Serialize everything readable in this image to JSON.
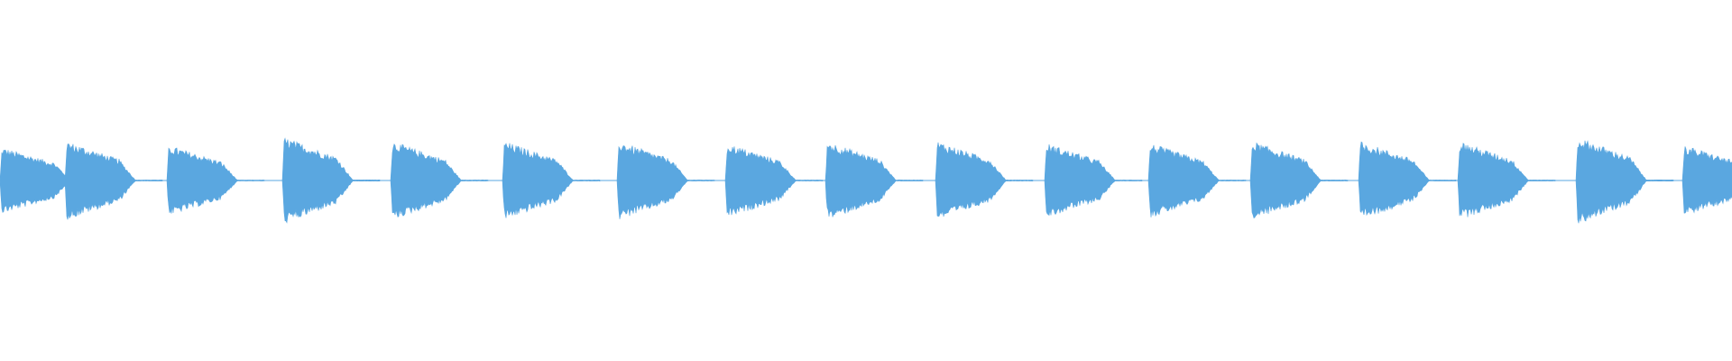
{
  "waveform": {
    "color": "#5aa7e0",
    "level": 0.19,
    "burst_count": 17,
    "bursts": [
      {
        "peak": 0.16
      },
      {
        "peak": 0.19
      },
      {
        "peak": 0.17
      },
      {
        "peak": 0.21
      },
      {
        "peak": 0.19
      },
      {
        "peak": 0.19
      },
      {
        "peak": 0.19
      },
      {
        "peak": 0.18
      },
      {
        "peak": 0.19
      },
      {
        "peak": 0.19
      },
      {
        "peak": 0.18
      },
      {
        "peak": 0.18
      },
      {
        "peak": 0.19
      },
      {
        "peak": 0.19
      },
      {
        "peak": 0.19
      },
      {
        "peak": 0.21
      },
      {
        "peak": 0.17
      }
    ]
  }
}
